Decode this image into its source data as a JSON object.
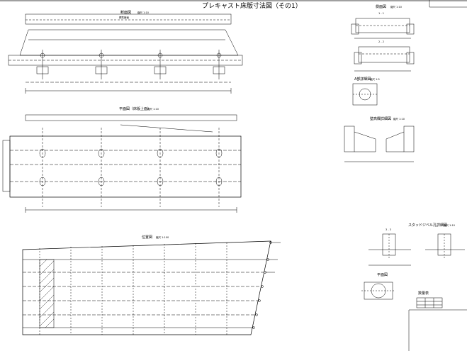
{
  "drawing": {
    "title": "プレキャスト床版寸法図（その1）",
    "cross_section": {
      "label": "断面図",
      "scale": "縮尺 1:10",
      "sub": "標準断面"
    },
    "plan_top": {
      "label": "平面図（床版上面）",
      "scale": "縮尺 1:10"
    },
    "position_plan": {
      "label": "位置図",
      "scale": "縮尺 1:100"
    },
    "side_view": {
      "label": "側面図",
      "scale": "縮尺 1:10",
      "section1": "1 - 1",
      "section2": "2 - 2"
    },
    "detail_a": {
      "label": "A部詳細図",
      "scale": "縮尺 1:5"
    },
    "edge_detail": {
      "label": "壁高欄詳細図",
      "scale": "縮尺 1:10"
    },
    "stud_detail": {
      "label": "スタッドジベル孔詳細図",
      "scale": "縮尺 1:10",
      "section": "3 - 3"
    },
    "plan_small": {
      "label": "平面図"
    },
    "quantity_table": {
      "label": "数量表"
    }
  }
}
